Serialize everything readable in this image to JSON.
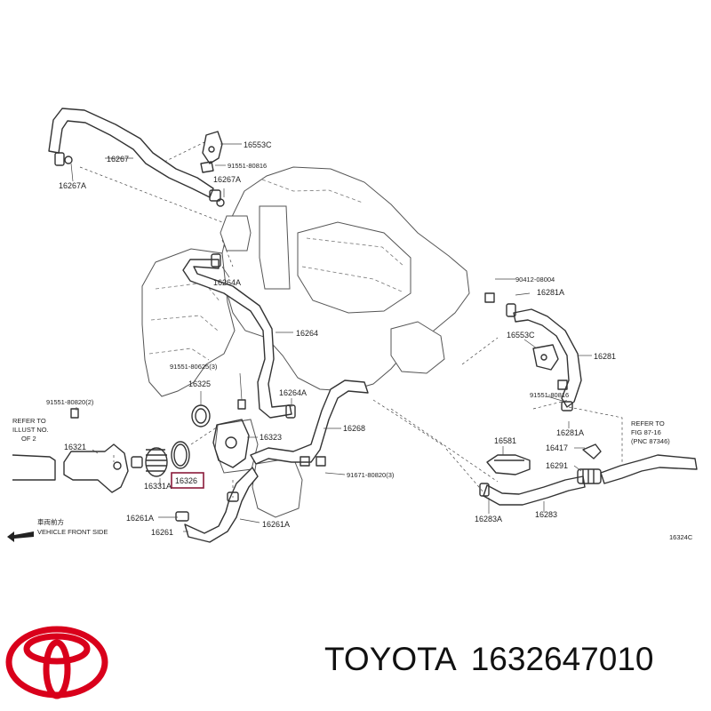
{
  "diagram": {
    "labels": {
      "p16267": "16267",
      "p16267a_left": "16267A",
      "p16553c_top": "16553C",
      "p91551_80816_top": "91551-80816",
      "p16267a_mid": "16267A",
      "p16264a_upper": "16264A",
      "p90412": "90412-08004",
      "p16281a_upper": "16281A",
      "p16264": "16264",
      "p16553c_right": "16553C",
      "p16281": "16281",
      "p91551_80625": "91551-80625(3)",
      "p16325": "16325",
      "p16264a_lower": "16264A",
      "p91551_80816_right": "91551-80816",
      "p91551_80820": "91551-80820(2)",
      "p16323": "16323",
      "p16268": "16268",
      "p16281a_lower": "16281A",
      "p16321": "16321",
      "p16581": "16581",
      "p16417": "16417",
      "p16331": "16331A",
      "p16326": "16326",
      "p16291": "16291",
      "p91671": "91671-80820(3)",
      "p16283a": "16283A",
      "p16283": "16283",
      "p16261a_left": "16261A",
      "p16261a_right": "16261A",
      "p16261": "16261",
      "fig_id": "16324C"
    },
    "refer_left": [
      "REFER TO",
      "ILLUST NO.",
      "OF 2"
    ],
    "refer_right": [
      "REFER TO",
      "FIG 87-16",
      "(PNC 87346)"
    ],
    "front_jp": "車両前方",
    "front_en": "VEHICLE FRONT SIDE",
    "highlighted": "16326"
  },
  "brand": {
    "name": "TOYOTA",
    "part_number": "1632647010",
    "logo_color": "#d9001b"
  }
}
